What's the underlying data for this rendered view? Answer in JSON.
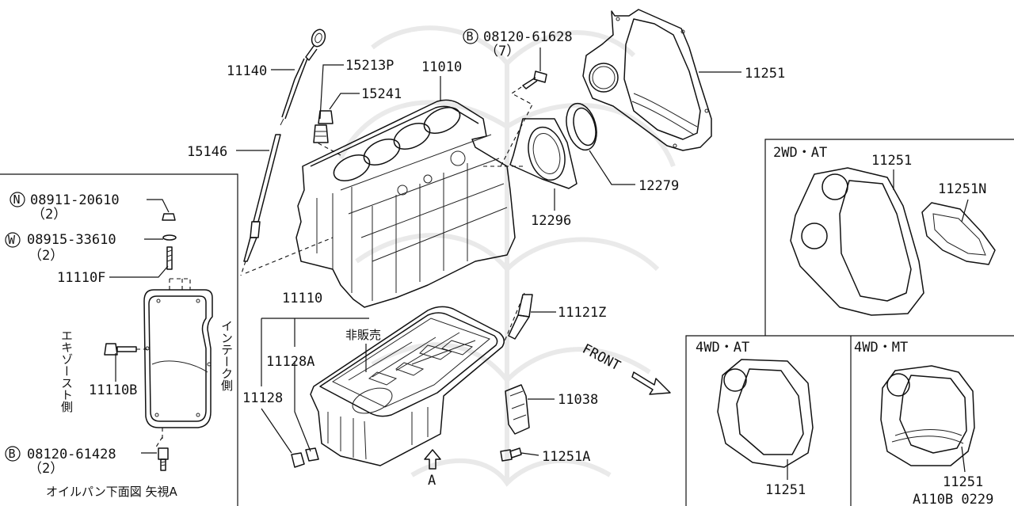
{
  "labels": {
    "p11140": "11140",
    "p15213P": "15213P",
    "p11010": "11010",
    "p15241": "15241",
    "p15146": "15146",
    "bolt_b_main": "08120-61628",
    "bolt_b_main_qty": "（7）",
    "p11251_top": "11251",
    "p12279": "12279",
    "p12296": "12296",
    "nut_n": "08911-20610",
    "nut_n_qty": "（2）",
    "washer_w": "08915-33610",
    "washer_w_qty": "（2）",
    "p11110F": "11110F",
    "p11110B": "11110B",
    "bolt_b_pan": "08120-61428",
    "bolt_b_pan_qty": "（2）",
    "p11110": "11110",
    "p11128A": "11128A",
    "p11128": "11128",
    "not_for_sale": "非販売",
    "p11121Z": "11121Z",
    "p11038": "11038",
    "p11251A": "11251A",
    "view_a": "A",
    "front": "FRONT",
    "exhaust_side": "エキゾースト側",
    "intake_side": "インテーク側",
    "pan_caption": "オイルパン下面図 矢視A",
    "box_2wd_at": "2WD・AT",
    "p11251_2wd": "11251",
    "p11251N": "11251N",
    "box_4wd_at": "4WD・AT",
    "p11251_4wd_at": "11251",
    "box_4wd_mt": "4WD・MT",
    "p11251_4wd_mt": "11251",
    "diagram_code": "A110B 0229",
    "circ_N": "N",
    "circ_W": "W",
    "circ_B": "B"
  }
}
